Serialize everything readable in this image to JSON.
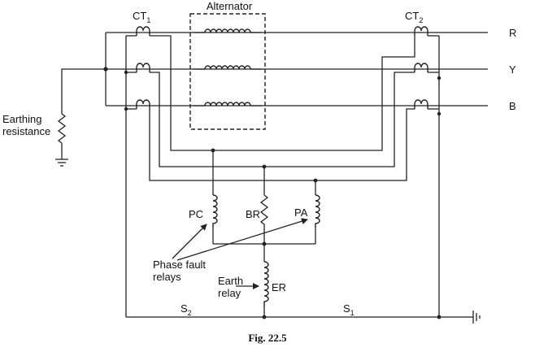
{
  "title": "Alternator",
  "ct_left": {
    "main": "CT",
    "sub": "1"
  },
  "ct_right": {
    "main": "CT",
    "sub": "2"
  },
  "phases": [
    "R",
    "Y",
    "B"
  ],
  "earthing_label_line1": "Earthing",
  "earthing_label_line2": "resistance",
  "relays": {
    "pc": "PC",
    "br": "BR",
    "pa": "PA",
    "er": "ER"
  },
  "phase_fault_line1": "Phase fault",
  "phase_fault_line2": "relays",
  "earth_relay_line1": "Earth",
  "earth_relay_line2": "relay",
  "s2": {
    "main": "S",
    "sub": "2"
  },
  "s1": {
    "main": "S",
    "sub": "1"
  },
  "caption": "Fig. 22.5"
}
